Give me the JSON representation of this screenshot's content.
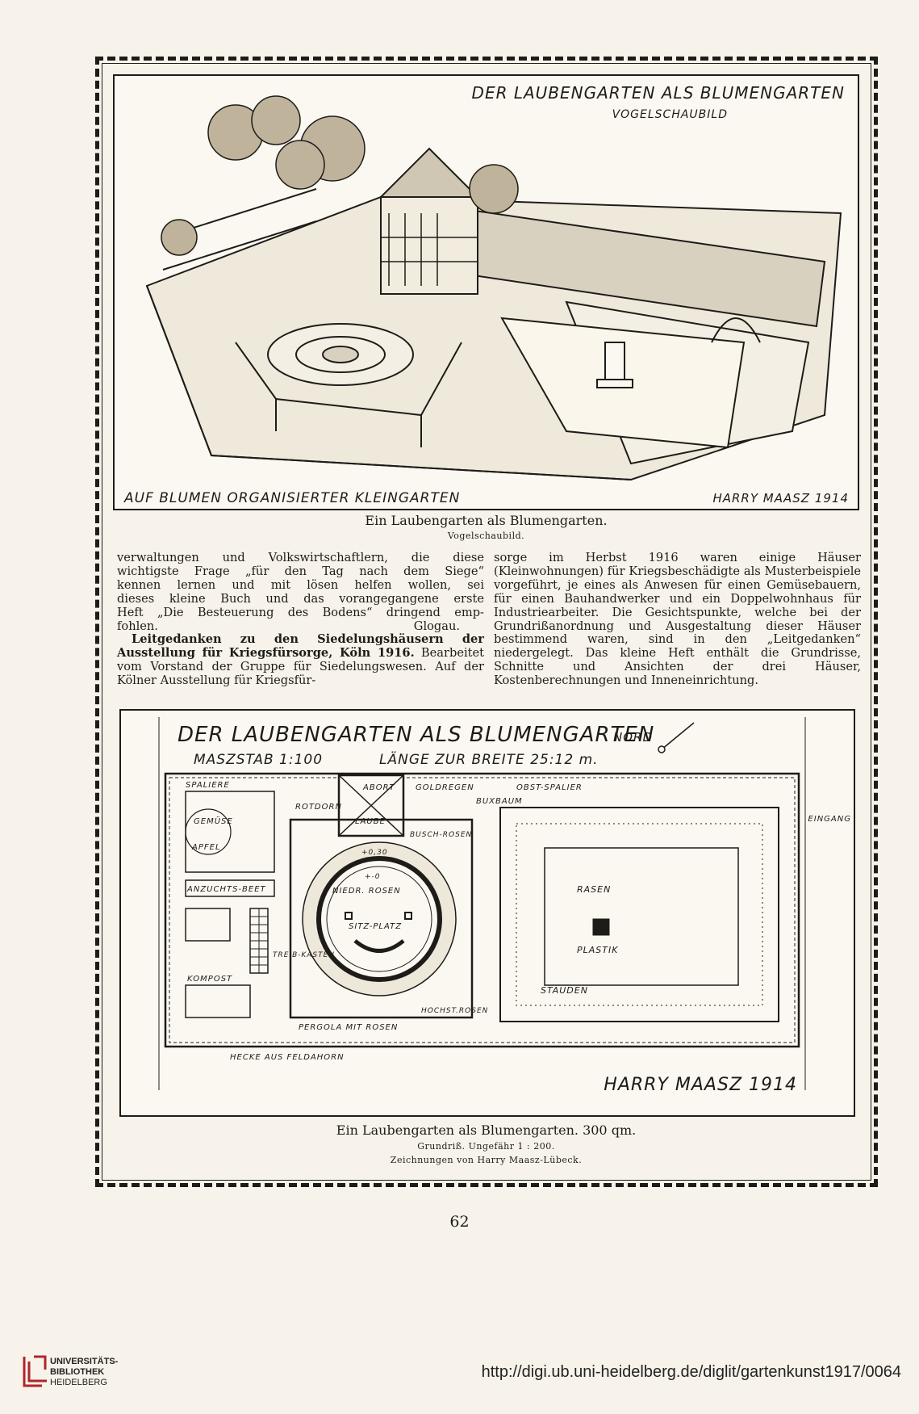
{
  "figure1": {
    "drawing_title": "DER LAUBENGARTEN ALS BLUMENGARTEN",
    "drawing_subtitle": "VOGELSCHAUBILD",
    "drawing_footer_left": "AUF BLUMEN ORGANISIERTER KLEINGARTEN",
    "drawing_signature": "HARRY MAASZ 1914",
    "caption": "Ein Laubengarten als Blumengarten.",
    "subcaption": "Vogelschaubild."
  },
  "columns": {
    "left": [
      "verwaltungen und Volkswirtschaftlern, die diese",
      "wichtigste Frage „für den Tag nach dem Siege“",
      "kennen lernen und mit lösen helfen wollen, sei",
      "dieses kleine Buch und das vorangegangene erste",
      "Heft „Die Besteuerung des Bodens“ dringend emp-"
    ],
    "left_last_text": "fohlen.",
    "left_place": "Glogau.",
    "heading": "Leitgedanken zu den Siedelungshäusern der Ausstellung für Kriegsfürsorge, Köln 1916.",
    "heading_rest": " Bearbeitet vom Vorstand der Gruppe für Siedelungswesen. Auf der Kölner Ausstellung für Kriegsfür-",
    "right": "sorge im Herbst 1916 waren einige Häuser (Kleinwohnungen) für Kriegsbeschädigte als Musterbeispiele vorgeführt, je eines als Anwesen für einen Gemüsebauern, für einen Bauhandwerker und ein Doppelwohnhaus für Industriearbeiter. Die Gesichtspunkte, welche bei der Grundrißanordnung und Ausgestaltung dieser Häuser bestimmend waren, sind in den „Leitgedanken“ niedergelegt. Das kleine Heft enthält die Grundrisse, Schnitte und Ansichten der drei Häuser, Kostenberechnungen und Inneneinrichtung."
  },
  "figure2": {
    "plan_title": "DER LAUBENGARTEN ALS BLUMENGARTEN",
    "plan_north": "NORD",
    "plan_scale": "MASZSTAB 1:100",
    "plan_ratio": "LÄNGE ZUR BREITE 25:12 m.",
    "labels": {
      "spaliere": "SPALIERE",
      "gemuse": "GEMÜSE",
      "apfel": "APFEL",
      "rotdorn": "ROTDORN",
      "abort": "ABORT",
      "laube": "LAUBE",
      "goldregen": "GOLDREGEN",
      "obst_spalier": "OBST-SPALIER",
      "buxbaum": "BUXBAUM",
      "eingang": "EINGANG",
      "busch_rosen": "BUSCH-ROSEN",
      "hochst_rosen": "HOCHST.ROSEN",
      "niedr_rosen": "NIEDR. ROSEN",
      "sitzplatz": "SITZ-PLATZ",
      "anzuchtsbeet": "ANZUCHTS-BEET",
      "treibkasten": "TREIB-KASTEN",
      "kompost": "KOMPOST",
      "rasen": "RASEN",
      "plastik": "PLASTIK",
      "stauden": "STAUDEN",
      "pergola": "PERGOLA MIT ROSEN",
      "hecke": "HECKE AUS FELDAHORN",
      "level1": "+0,30",
      "level2": "+-0"
    },
    "plan_signature": "HARRY MAASZ 1914",
    "caption": "Ein Laubengarten als Blumengarten.  300 qm.",
    "subcaption1": "Grundriß.  Ungefähr 1 : 200.",
    "subcaption2": "Zeichnungen von Harry Maasz-Lübeck."
  },
  "page_number": "62",
  "footer": {
    "library_line1": "UNIVERSITÄTS-",
    "library_line2": "BIBLIOTHEK",
    "library_line3": "HEIDELBERG",
    "url": "http://digi.ub.uni-heidelberg.de/diglit/gartenkunst1917/0064"
  }
}
